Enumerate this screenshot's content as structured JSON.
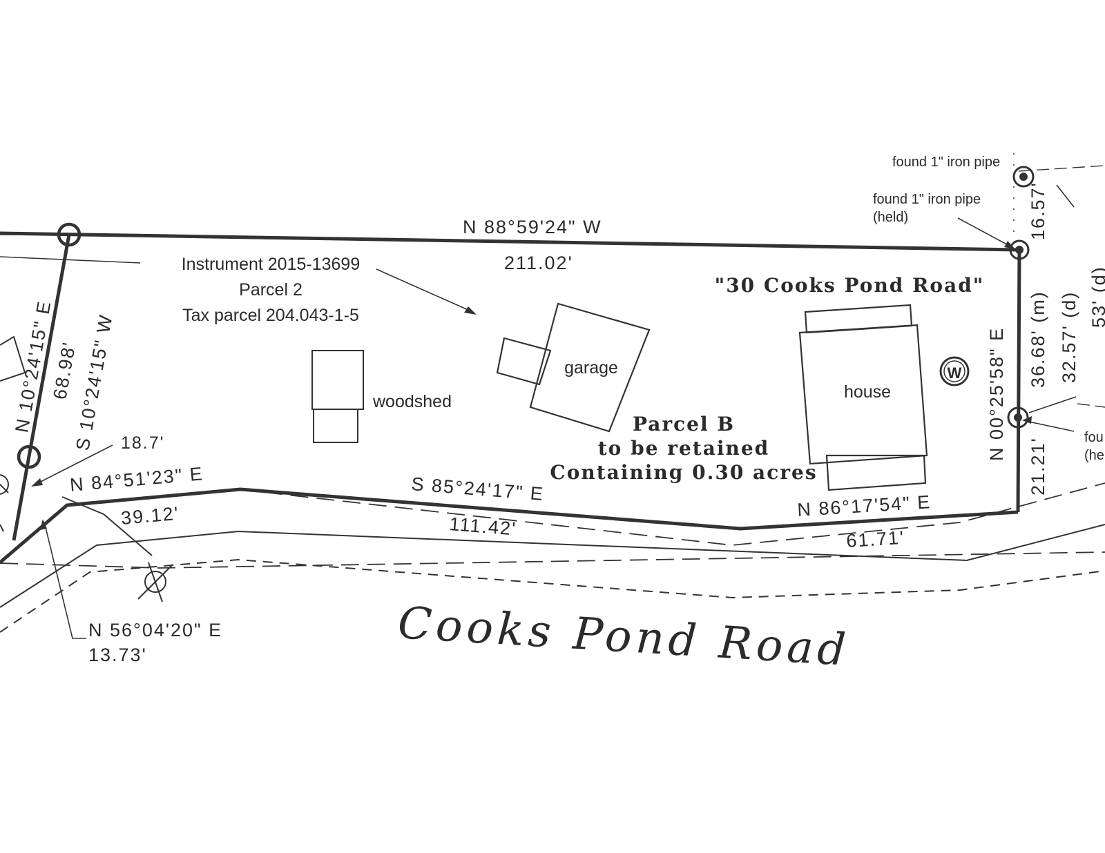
{
  "labels": {
    "instrument_line1": "Instrument 2015-13699",
    "instrument_line2": "Parcel 2",
    "instrument_line3": "Tax parcel 204.043-1-5",
    "address": "\"30 Cooks Pond Road\"",
    "garage": "garage",
    "woodshed": "woodshed",
    "house": "house",
    "well_symbol": "W",
    "parcel_line1": "Parcel B",
    "parcel_line2": "to be retained",
    "parcel_line3": "Containing 0.30 acres",
    "road_name": "Cooks Pond Road",
    "found_pipe_top": "found 1\" iron pipe",
    "found_pipe_held_1": "found 1\" iron pipe",
    "found_pipe_held_2": "(held)",
    "found_right_1": "fou",
    "found_right_2": "(he"
  },
  "bearings": {
    "north_line_bearing": "N 88°59'24\" W",
    "north_line_distance": "211.02'",
    "west_line_bearing_a": "N 10°24'15\" E",
    "west_line_distance": "68.98'",
    "west_line_bearing_b": "S 10°24'15\" W",
    "tie_distance": "18.7'",
    "south_1_bearing": "N 84°51'23\" E",
    "south_1_distance": "39.12'",
    "south_2_bearing": "S 85°24'17\" E",
    "south_2_distance": "111.42'",
    "south_3_bearing": "N 86°17'54\" E",
    "south_3_distance": "61.71'",
    "corner_bearing": "N 56°04'20\" E",
    "corner_distance": "13.73'",
    "east_line_bearing": "N 00°25'58\" E",
    "east_dist_top": "16.57'",
    "east_dist_measured": "36.68' (m)",
    "east_dist_deed": "32.57' (d)",
    "east_dist_bottom": "21.21'",
    "east_dist_partial": "53' (d)"
  }
}
